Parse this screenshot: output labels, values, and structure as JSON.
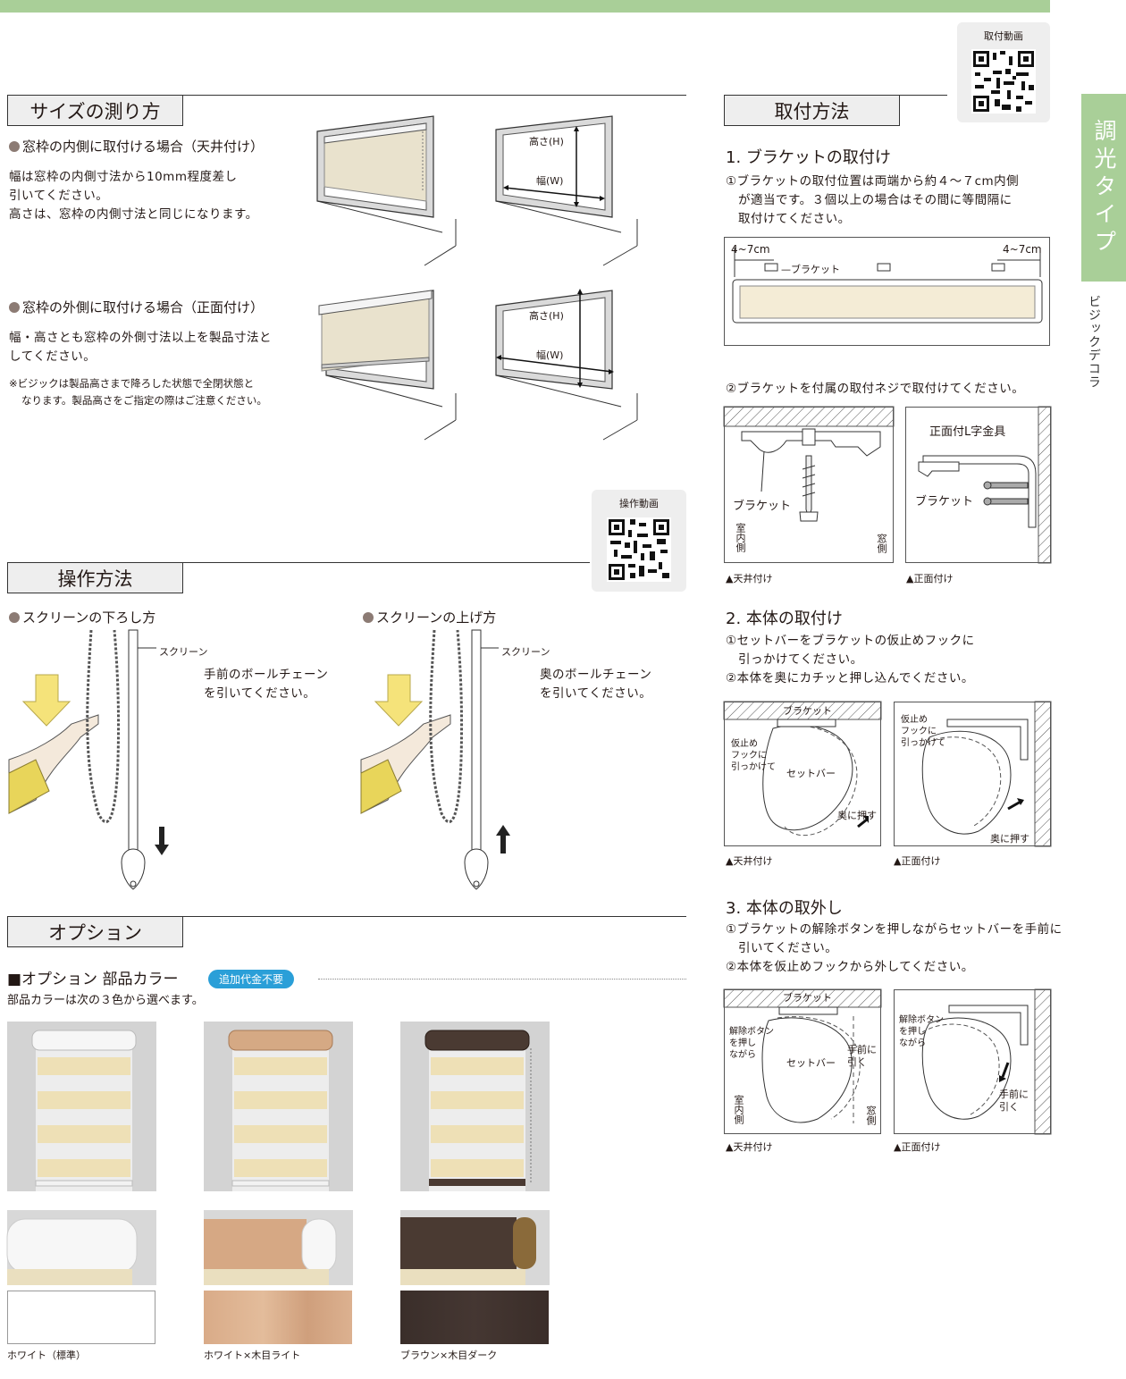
{
  "side": {
    "tab": "調光タイプ",
    "sub": "ビジックデコラ"
  },
  "qr": {
    "install_label": "取付動画",
    "operate_label": "操作動画"
  },
  "measure": {
    "title": "サイズの測り方",
    "inside": {
      "heading": "窓枠の内側に取付ける場合（天井付け）",
      "lines": [
        "幅は窓枠の内側寸法から10mm程度差し",
        "引いてください。",
        "高さは、窓枠の内側寸法と同じになります。"
      ]
    },
    "outside": {
      "heading": "窓枠の外側に取付ける場合（正面付け）",
      "lines": [
        "幅・高さとも窓枠の外側寸法以上を製品寸法と",
        "してください。"
      ],
      "notes": [
        "※ビジックは製品高さまで降ろした状態で全閉状態と",
        "なります。製品高さをご指定の際はご注意ください。"
      ]
    },
    "label_h": "高さ(H)",
    "label_w": "幅(W)"
  },
  "operation": {
    "title": "操作方法",
    "down": {
      "heading": "スクリーンの下ろし方",
      "screen": "スクリーン",
      "lines": [
        "手前のボールチェーン",
        "を引いてください。"
      ]
    },
    "up": {
      "heading": "スクリーンの上げ方",
      "screen": "スクリーン",
      "lines": [
        "奥のボールチェーン",
        "を引いてください。"
      ]
    }
  },
  "option": {
    "title": "オプション",
    "heading": "■オプション 部品カラー",
    "badge": "追加代金不要",
    "desc": "部品カラーは次の３色から選べます。",
    "colors": [
      {
        "name": "ホワイト（標準）",
        "cap": "#f4f4f4",
        "swatch": "#ffffff"
      },
      {
        "name": "ホワイト×木目ライト",
        "cap": "#d6a783",
        "swatch": "#d9ab88"
      },
      {
        "name": "ブラウン×木目ダーク",
        "cap": "#4a3a32",
        "swatch": "#3d302b"
      }
    ]
  },
  "install": {
    "title": "取付方法",
    "s1": {
      "title": "1. ブラケットの取付け",
      "p1": [
        "①ブラケットの取付位置は両端から約４～７cm内側",
        "が適当です。３個以上の場合はその間に等間隔に",
        "取付けてください。"
      ],
      "dim_left": "4~7cm",
      "dim_right": "4~7cm",
      "bracket": "ブラケット",
      "p2": "②ブラケットを付属の取付ネジで取付けてください。",
      "bracket_label": "ブラケット",
      "room_in": "室内側",
      "window_side": "窓側",
      "l_bracket": "正面付L字金具",
      "cap_ceiling": "▲天井付け",
      "cap_front": "▲正面付け"
    },
    "s2": {
      "title": "2. 本体の取付け",
      "lines": [
        "①セットバーをブラケットの仮止めフックに",
        "引っかけてください。",
        "②本体を奥にカチッと押し込んでください。"
      ],
      "bracket": "ブラケット",
      "hook": [
        "仮止め",
        "フックに",
        "引っかけて"
      ],
      "setbar": "セットバー",
      "push": "奥に押す",
      "cap_ceiling": "▲天井付け",
      "cap_front": "▲正面付け"
    },
    "s3": {
      "title": "3. 本体の取外し",
      "lines": [
        "①ブラケットの解除ボタンを押しながらセットバーを手前に",
        "引いてください。",
        "②本体を仮止めフックから外してください。"
      ],
      "bracket": "ブラケット",
      "release": [
        "解除ボタン",
        "を押し",
        "ながら"
      ],
      "setbar": "セットバー",
      "pull": [
        "手前に",
        "引く"
      ],
      "room_in": "室内側",
      "window_side": "窓側",
      "cap_ceiling": "▲天井付け",
      "cap_front": "▲正面付け"
    }
  }
}
